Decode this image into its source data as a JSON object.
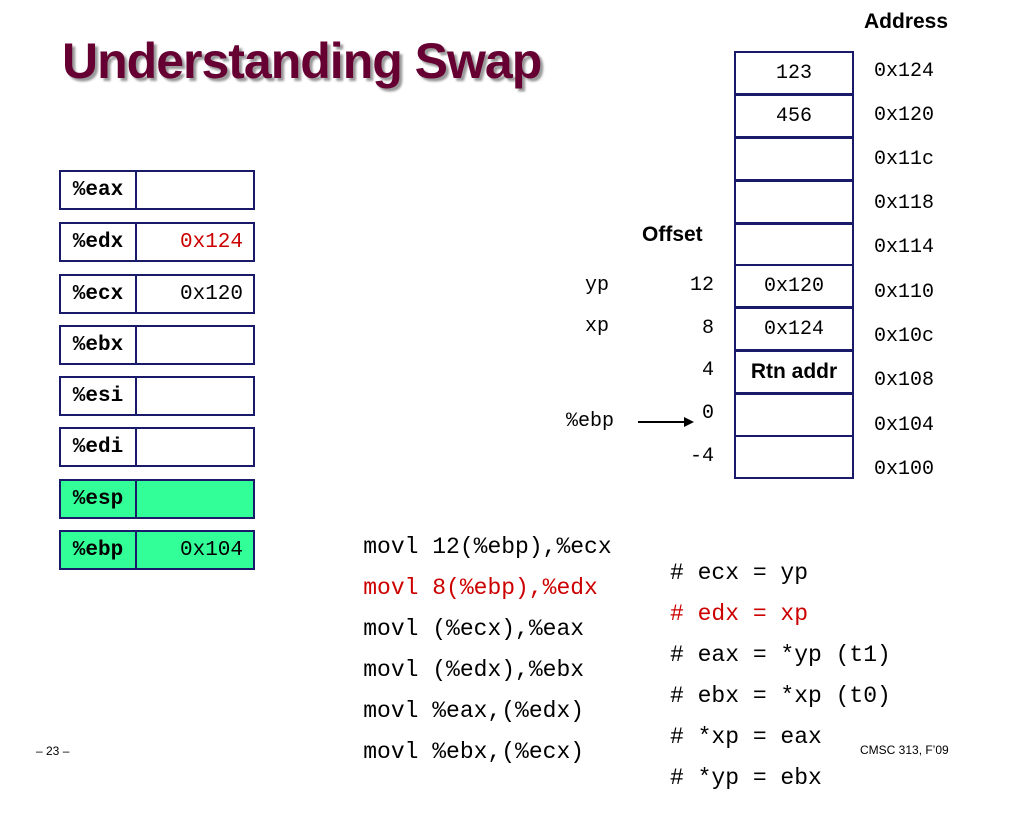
{
  "slide": {
    "title": "Understanding Swap",
    "page_number": "– 23 –",
    "course": "CMSC 313, F’09"
  },
  "colors": {
    "title": "#660033",
    "highlight_register": "#33ff99",
    "highlight_text": "#cc0000",
    "border": "#1a1a6a"
  },
  "registers": [
    {
      "name": "%eax",
      "value": ""
    },
    {
      "name": "%edx",
      "value": "0x124"
    },
    {
      "name": "%ecx",
      "value": "0x120"
    },
    {
      "name": "%ebx",
      "value": ""
    },
    {
      "name": "%esi",
      "value": ""
    },
    {
      "name": "%edi",
      "value": ""
    },
    {
      "name": "%esp",
      "value": ""
    },
    {
      "name": "%ebp",
      "value": "0x104"
    }
  ],
  "stack": {
    "address_header": "Address",
    "offset_header": "Offset",
    "cells": [
      {
        "value": "123",
        "address": "0x124",
        "offset": ""
      },
      {
        "value": "456",
        "address": "0x120",
        "offset": ""
      },
      {
        "value": "",
        "address": "0x11c",
        "offset": ""
      },
      {
        "value": "",
        "address": "0x118",
        "offset": ""
      },
      {
        "value": "",
        "address": "0x114",
        "offset": ""
      },
      {
        "value": "0x120",
        "address": "0x110",
        "offset": "12"
      },
      {
        "value": "0x124",
        "address": "0x10c",
        "offset": "8"
      },
      {
        "value": "Rtn addr",
        "address": "0x108",
        "offset": "4"
      },
      {
        "value": "",
        "address": "0x104",
        "offset": "0"
      },
      {
        "value": "",
        "address": "0x100",
        "offset": "-4"
      }
    ],
    "param_labels": {
      "yp": "yp",
      "xp": "xp"
    },
    "ebp_pointer_label": "%ebp"
  },
  "code": [
    {
      "instr": "movl 12(%ebp),%ecx",
      "comment": "# ecx = yp"
    },
    {
      "instr": "movl 8(%ebp),%edx",
      "comment": "# edx = xp"
    },
    {
      "instr": "movl (%ecx),%eax",
      "comment": "# eax = *yp (t1)"
    },
    {
      "instr": "movl (%edx),%ebx",
      "comment": "# ebx = *xp (t0)"
    },
    {
      "instr": "movl %eax,(%edx)",
      "comment": "# *xp = eax"
    },
    {
      "instr": "movl %ebx,(%ecx)",
      "comment": "# *yp = ebx"
    }
  ]
}
